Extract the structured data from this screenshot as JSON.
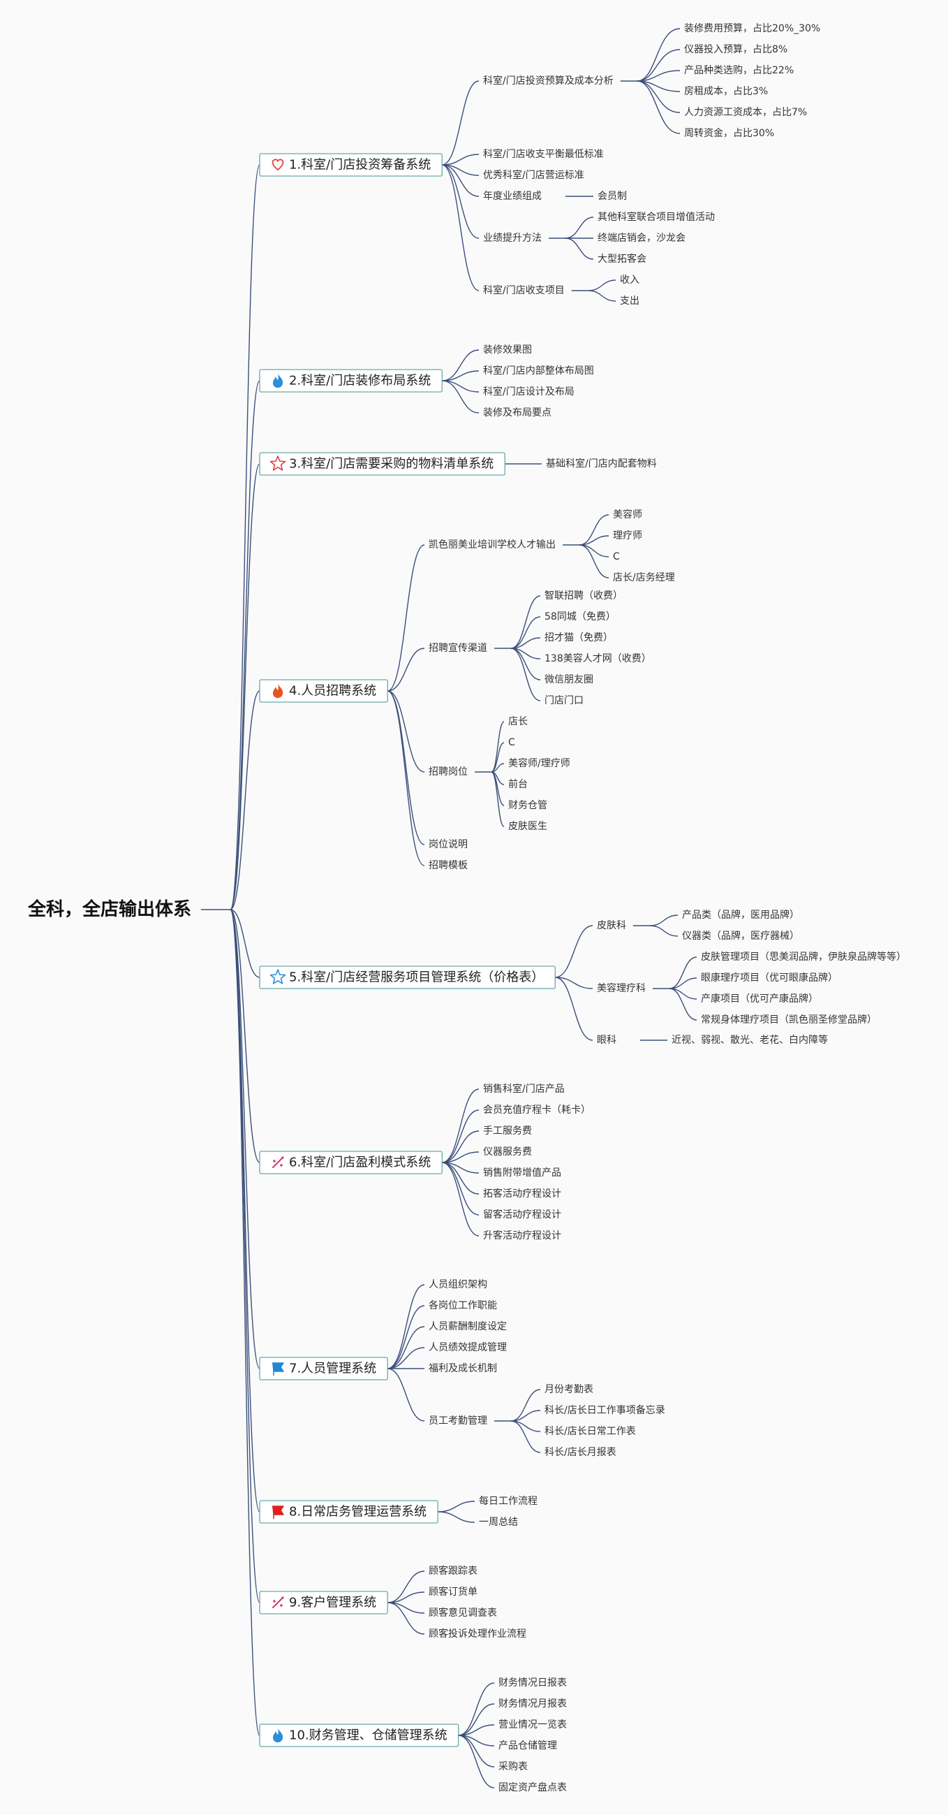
{
  "root": "全科，全店输出体系",
  "colors": {
    "edge": "#3b4f7a",
    "box_border": "#6aa9a6",
    "background": "#fafafa"
  },
  "branches": [
    {
      "label": "1.科室/门店投资筹备系统",
      "icon": "heart-icon",
      "icon_color": "#e04040",
      "children": [
        {
          "label": "科室/门店投资预算及成本分析",
          "children": [
            {
              "label": "装修费用预算，占比20%_30%"
            },
            {
              "label": "仪器投入预算，占比8%"
            },
            {
              "label": "产品种类选购，占比22%"
            },
            {
              "label": "房租成本，占比3%"
            },
            {
              "label": "人力资源工资成本，占比7%"
            },
            {
              "label": "周转资金，占比30%"
            }
          ]
        },
        {
          "label": "科室/门店收支平衡最低标准"
        },
        {
          "label": "优秀科室/门店营运标准"
        },
        {
          "label": "年度业绩组成",
          "children": [
            {
              "label": "会员制"
            }
          ]
        },
        {
          "label": "业绩提升方法",
          "children": [
            {
              "label": "其他科室联合项目增值活动"
            },
            {
              "label": "终端店销会，沙龙会"
            },
            {
              "label": "大型拓客会"
            }
          ]
        },
        {
          "label": "科室/门店收支项目",
          "children": [
            {
              "label": "收入"
            },
            {
              "label": "支出"
            }
          ]
        }
      ]
    },
    {
      "label": "2.科室/门店装修布局系统",
      "icon": "flame-icon",
      "icon_color": "#2a8fd8",
      "children": [
        {
          "label": "装修效果图"
        },
        {
          "label": "科室/门店内部整体布局图"
        },
        {
          "label": "科室/门店设计及布局"
        },
        {
          "label": "装修及布局要点"
        }
      ]
    },
    {
      "label": "3.科室/门店需要采购的物料清单系统",
      "icon": "star-outline-icon",
      "icon_color": "#e04040",
      "children": [
        {
          "label": "基础科室/门店内配套物料"
        }
      ]
    },
    {
      "label": "4.人员招聘系统",
      "icon": "flame-icon",
      "icon_color": "#e8531f",
      "children": [
        {
          "label": "凯色丽美业培训学校人才输出",
          "children": [
            {
              "label": "美容师"
            },
            {
              "label": "理疗师"
            },
            {
              "label": "C"
            },
            {
              "label": "店长/店务经理"
            }
          ]
        },
        {
          "label": "招聘宣传渠道",
          "children": [
            {
              "label": "智联招聘（收费）"
            },
            {
              "label": "58同城（免费）"
            },
            {
              "label": "招才猫（免费）"
            },
            {
              "label": "138美容人才网（收费）"
            },
            {
              "label": "微信朋友圈"
            },
            {
              "label": "门店门口"
            }
          ]
        },
        {
          "label": "招聘岗位",
          "children": [
            {
              "label": "店长"
            },
            {
              "label": "C"
            },
            {
              "label": "美容师/理疗师"
            },
            {
              "label": "前台"
            },
            {
              "label": "财务仓管"
            },
            {
              "label": "皮肤医生"
            }
          ]
        },
        {
          "label": "岗位说明"
        },
        {
          "label": "招聘模板"
        }
      ]
    },
    {
      "label": "5.科室/门店经营服务项目管理系统（价格表）",
      "icon": "star-outline-icon",
      "icon_color": "#2a8fd8",
      "children": [
        {
          "label": "皮肤科",
          "children": [
            {
              "label": "产品类（品牌，医用品牌）"
            },
            {
              "label": "仪器类（品牌，医疗器械）"
            }
          ]
        },
        {
          "label": "美容理疗科",
          "children": [
            {
              "label": "皮肤管理项目（思美润品牌，伊肤泉品牌等等）"
            },
            {
              "label": "眼康理疗项目（优可眼康品牌）"
            },
            {
              "label": "产康项目（优可产康品牌）"
            },
            {
              "label": "常规身体理疗项目（凯色丽圣修堂品牌）"
            }
          ]
        },
        {
          "label": "眼科",
          "children": [
            {
              "label": "近视、弱视、散光、老花、白内障等"
            }
          ]
        }
      ]
    },
    {
      "label": "6.科室/门店盈利模式系统",
      "icon": "sparkle-icon",
      "icon_color": "#d23a6e",
      "children": [
        {
          "label": "销售科室/门店产品"
        },
        {
          "label": "会员充值疗程卡（耗卡）"
        },
        {
          "label": "手工服务费"
        },
        {
          "label": "仪器服务费"
        },
        {
          "label": "销售附带增值产品"
        },
        {
          "label": "拓客活动疗程设计"
        },
        {
          "label": "留客活动疗程设计"
        },
        {
          "label": "升客活动疗程设计"
        }
      ]
    },
    {
      "label": "7.人员管理系统",
      "icon": "flag-icon",
      "icon_color": "#1e88d6",
      "children": [
        {
          "label": "人员组织架构"
        },
        {
          "label": "各岗位工作职能"
        },
        {
          "label": "人员薪酬制度设定"
        },
        {
          "label": "人员绩效提成管理"
        },
        {
          "label": "福利及成长机制"
        },
        {
          "label": "员工考勤管理",
          "children": [
            {
              "label": "月份考勤表"
            },
            {
              "label": "科长/店长日工作事项备忘录"
            },
            {
              "label": "科长/店长日常工作表"
            },
            {
              "label": "科长/店长月报表"
            }
          ]
        }
      ]
    },
    {
      "label": "8.日常店务管理运营系统",
      "icon": "flag-icon",
      "icon_color": "#e02020",
      "children": [
        {
          "label": "每日工作流程"
        },
        {
          "label": "一周总结"
        }
      ]
    },
    {
      "label": "9.客户管理系统",
      "icon": "sparkle-icon",
      "icon_color": "#d23a6e",
      "children": [
        {
          "label": "顾客跟踪表"
        },
        {
          "label": "顾客订货单"
        },
        {
          "label": "顾客意见调查表"
        },
        {
          "label": "顾客投诉处理作业流程"
        }
      ]
    },
    {
      "label": "10.财务管理、仓储管理系统",
      "icon": "flame-icon",
      "icon_color": "#2a8fd8",
      "children": [
        {
          "label": "财务情况日报表"
        },
        {
          "label": "财务情况月报表"
        },
        {
          "label": "营业情况一览表"
        },
        {
          "label": "产品仓储管理"
        },
        {
          "label": "采购表"
        },
        {
          "label": "固定资产盘点表"
        }
      ]
    }
  ]
}
